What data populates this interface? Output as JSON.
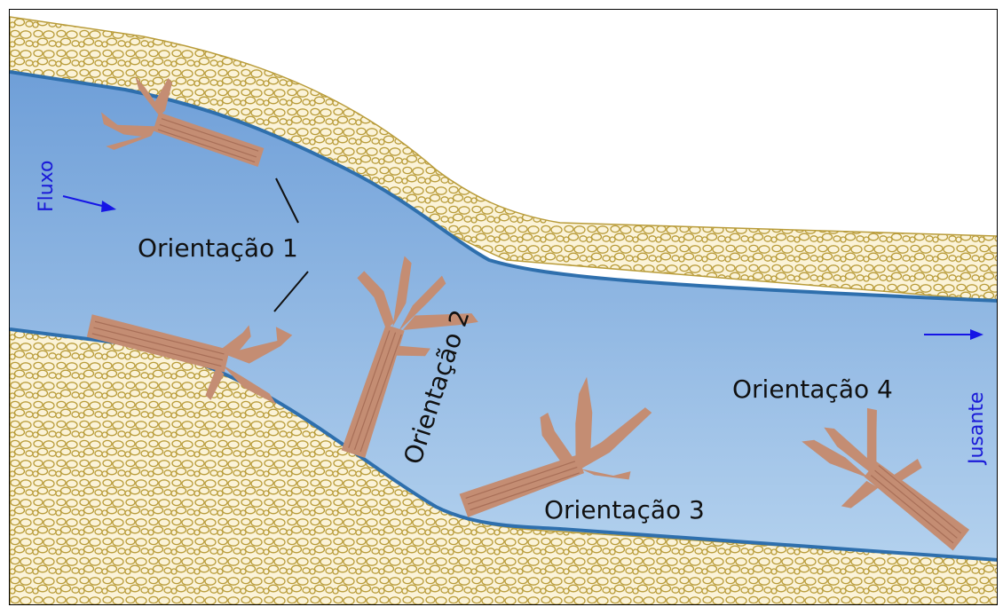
{
  "labels": {
    "flow": "Fluxo",
    "downstream": "Jusante",
    "orientation_1": "Orientação 1",
    "orientation_2": "Orientação 2",
    "orientation_3": "Orientação 3",
    "orientation_4": "Orientação 4"
  },
  "colors": {
    "water_light": "#a9c8ea",
    "water_dark": "#7ea8db",
    "bank_line": "#2e6fad",
    "gravel_fill": "#fbf3d8",
    "gravel_stroke": "#b99c3a",
    "log_fill": "#c48d73",
    "log_grain": "#a86f58",
    "arrow": "#1515e6",
    "text": "#111111",
    "blue_text": "#1a1ad8"
  }
}
